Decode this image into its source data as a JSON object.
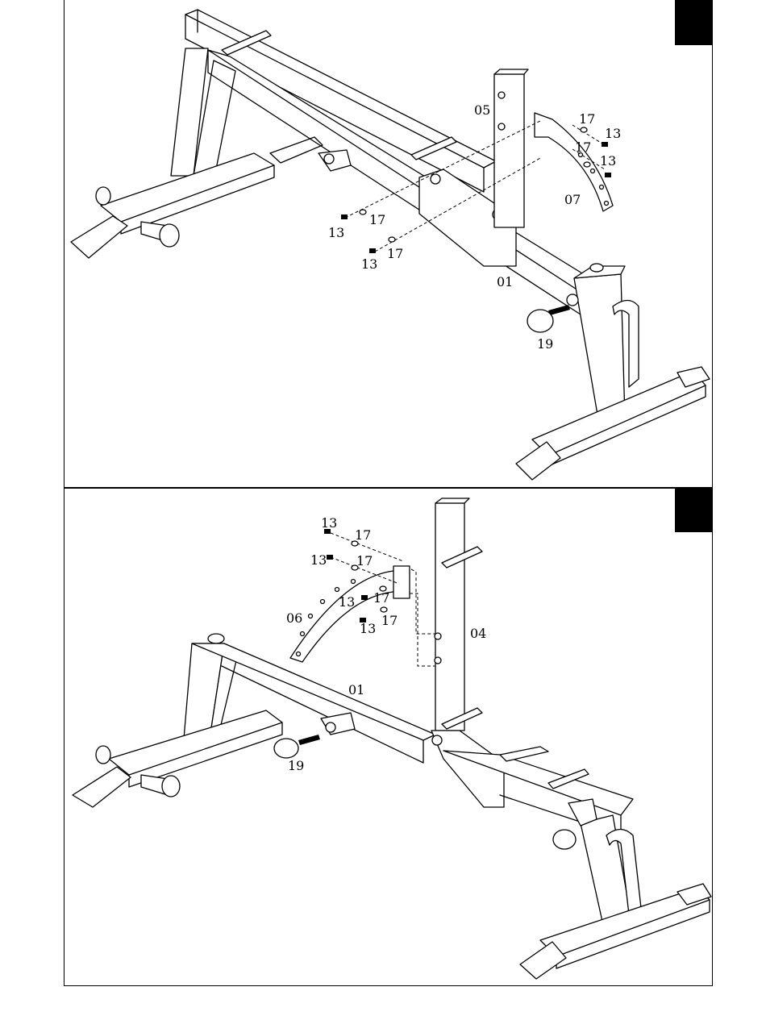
{
  "panels": [
    {
      "id": "step-1",
      "labels": {
        "frame": "01",
        "upright": "05",
        "bracket": "07",
        "bolt_a": "13",
        "bolt_b": "13",
        "bolt_c": "13",
        "bolt_d": "13",
        "washer_a": "17",
        "washer_b": "17",
        "washer_c": "17",
        "washer_d": "17",
        "knob": "19"
      }
    },
    {
      "id": "step-2",
      "labels": {
        "frame": "01",
        "upright": "04",
        "bracket": "06",
        "bolt_a": "13",
        "bolt_b": "13",
        "bolt_c": "13",
        "bolt_d": "13",
        "washer_a": "17",
        "washer_b": "17",
        "washer_c": "17",
        "washer_d": "17",
        "knob": "19"
      }
    }
  ],
  "colors": {
    "line": "#000000",
    "background": "#ffffff",
    "step_box": "#000000"
  }
}
